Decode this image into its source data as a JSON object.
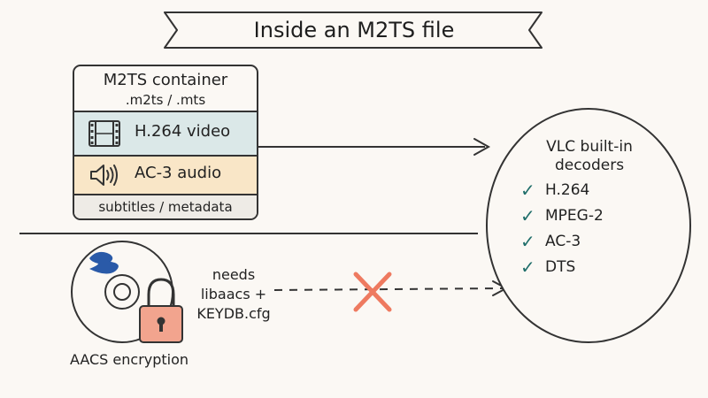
{
  "title": "Inside an M2TS file",
  "container": {
    "title": "M2TS container",
    "extensions": ".m2ts / .mts",
    "video": "H.264 video",
    "audio": "AC-3 audio",
    "subtitles": "subtitles / metadata"
  },
  "decoders": {
    "title_line1": "VLC built-in",
    "title_line2": "decoders",
    "items": [
      "H.264",
      "MPEG-2",
      "AC-3",
      "DTS"
    ]
  },
  "encryption": {
    "note_line1": "needs",
    "note_line2": "libaacs +",
    "note_line3": "KEYDB.cfg",
    "label": "AACS encryption"
  },
  "colors": {
    "ink": "#333333",
    "video_bg": "#dbe8e8",
    "audio_bg": "#f9e6c7",
    "subs_bg": "#eeebe6",
    "check": "#1f6e6a",
    "lock": "#f2a48e",
    "cross": "#ee7a60",
    "bluray_logo": "#2a5aa8"
  },
  "icons": [
    "film-icon",
    "speaker-icon",
    "disc-icon",
    "lock-icon",
    "cross-icon",
    "check-icon"
  ]
}
